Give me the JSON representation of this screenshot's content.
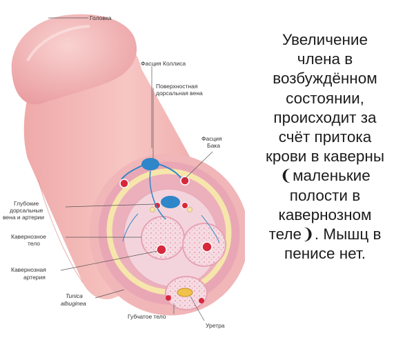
{
  "labels": {
    "glans": "Головка",
    "colles_fascia": "Фасция Коллиса",
    "superficial_vein_1": "Поверхностная",
    "superficial_vein_2": "дорсальная вена",
    "buck_fascia_1": "Фасция",
    "buck_fascia_2": "Бака",
    "deep_dorsal_1": "Глубокие",
    "deep_dorsal_2": "дорсальные",
    "deep_dorsal_3": "вена и артерии",
    "cavernous_body_1": "Кавернозное",
    "cavernous_body_2": "тело",
    "cavernous_artery_1": "Кавернозная",
    "cavernous_artery_2": "артерия",
    "tunica_1": "Tunica",
    "tunica_2": "albuginea",
    "spongy_body": "Губчатое тело",
    "urethra": "Уретра"
  },
  "caption": {
    "lines": [
      "Увеличение",
      "члена в",
      "возбуждённом",
      "состоянии,",
      "происходит за",
      "счёт притока",
      "крови в каверны",
      "❨маленькие",
      "полости в",
      "кавернозном",
      "теле❩. Мышц в",
      "пенисе нет."
    ]
  },
  "colors": {
    "skin": "#f2b3b3",
    "skin_dark": "#e79a9e",
    "fascia_pink": "#e8a2b4",
    "tissue_light": "#f7dbe4",
    "vein_blue": "#2f86c9",
    "artery_red": "#d8283c",
    "fat_yellow": "#f6e6ab"
  }
}
